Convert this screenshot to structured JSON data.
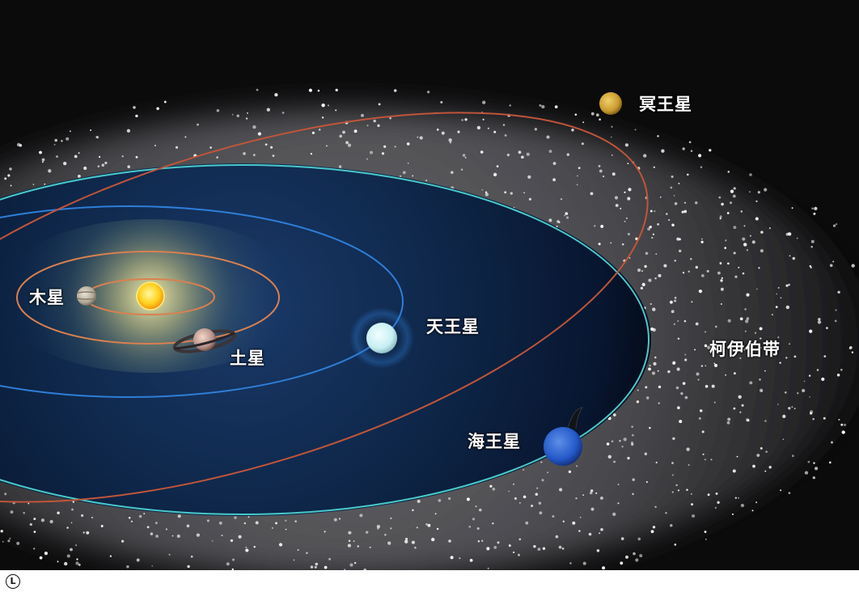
{
  "labels": {
    "jupiter": "木星",
    "saturn": "土星",
    "uranus": "天王星",
    "neptune": "海王星",
    "pluto": "冥王星",
    "kuiper_belt": "柯伊伯带"
  },
  "footer": {
    "mark": "L"
  },
  "colors": {
    "background": "#0b0b0c",
    "inner_disc": "#0d2444",
    "jupiter_orbit": "#d98050",
    "saturn_orbit": "#d98050",
    "uranus_orbit": "#2f7ed8",
    "neptune_orbit": "#49c9c9",
    "pluto_orbit": "#c0553a",
    "sun": "#ffd21f",
    "neptune_planet": "#2458c8",
    "uranus_planet": "#c6eef2",
    "pluto_planet": "#c99a2e"
  }
}
